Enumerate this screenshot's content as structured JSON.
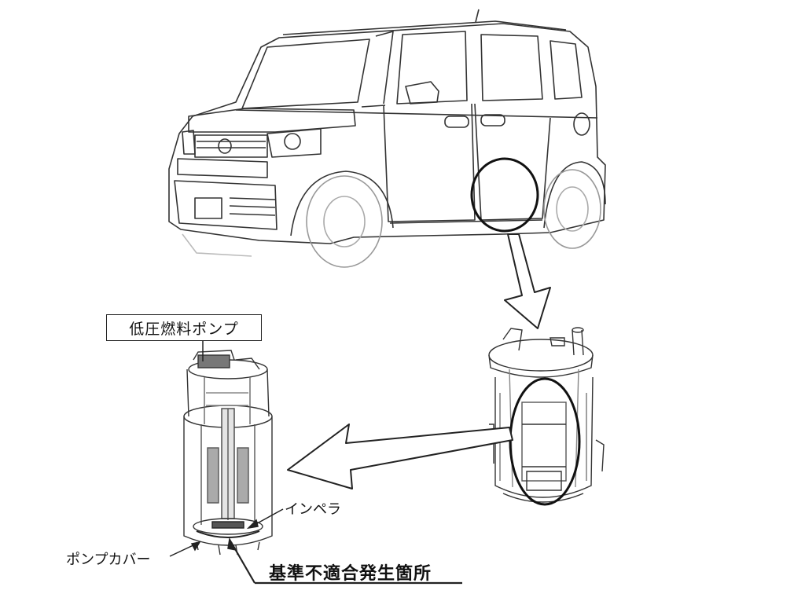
{
  "labels": {
    "low_pressure_fuel_pump": "低圧燃料ポンプ",
    "impeller": "インペラ",
    "pump_cover": "ポンプカバー",
    "defect_location": "基準不適合発生箇所"
  },
  "colors": {
    "line": "#222222",
    "light_line": "#555555",
    "background": "#ffffff"
  }
}
